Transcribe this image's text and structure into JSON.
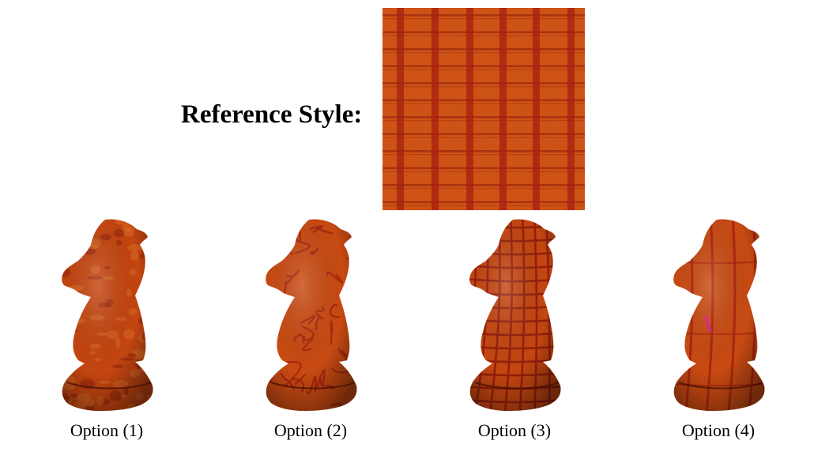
{
  "reference": {
    "label": "Reference Style:",
    "colors": {
      "base": "#c8460c",
      "stripe": "#a71f10",
      "highlight": "#e07020"
    }
  },
  "options": [
    {
      "label": "Option (1)",
      "pattern": "blotchy"
    },
    {
      "label": "Option (2)",
      "pattern": "veined"
    },
    {
      "label": "Option (3)",
      "pattern": "plaid"
    },
    {
      "label": "Option (4)",
      "pattern": "sparse-stripes"
    }
  ]
}
